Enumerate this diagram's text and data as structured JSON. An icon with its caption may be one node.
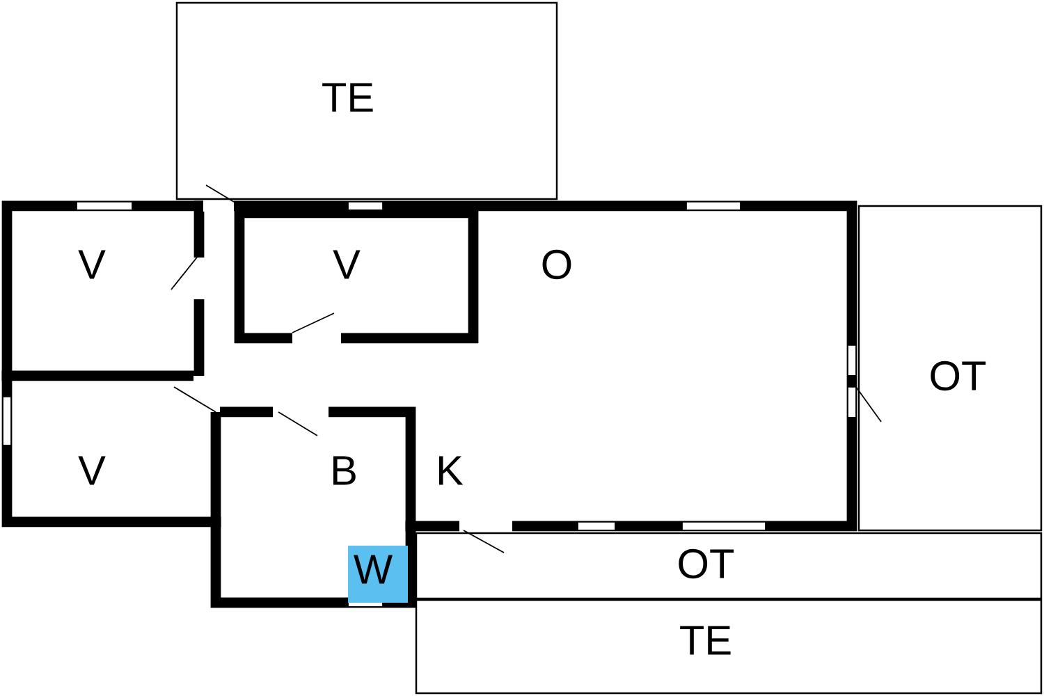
{
  "diagram": {
    "nodes": [
      {
        "text": [
          "TE"
        ]
      },
      {
        "text": [
          "V"
        ]
      },
      {
        "text": [
          "V"
        ]
      },
      {
        "text": [
          "O",
          "K"
        ]
      },
      {
        "text": [
          "OT"
        ]
      },
      {
        "text": [
          "V"
        ]
      },
      {
        "text": [
          "B"
        ]
      },
      {
        "text": [
          "W"
        ]
      },
      {
        "text": [
          "OT"
        ]
      },
      {
        "text": [
          "TE"
        ]
      }
    ]
  }
}
